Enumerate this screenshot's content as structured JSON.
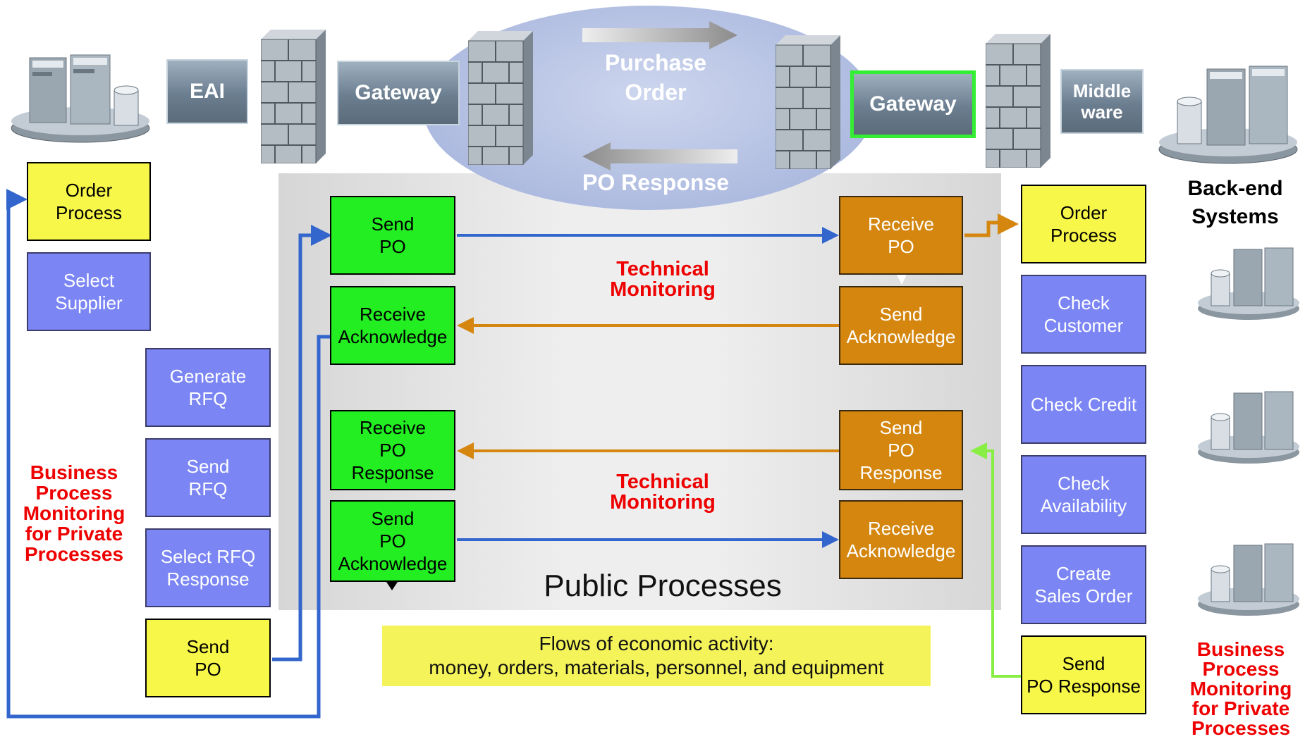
{
  "header": {
    "eai": "EAI",
    "gateway_left": "Gateway",
    "gateway_right": "Gateway",
    "middleware": "Middle\nware",
    "purchase_order": "Purchase\nOrder",
    "po_response": "PO Response"
  },
  "private_left": {
    "boxes": [
      {
        "label": "Order\nProcess",
        "color": "yellow"
      },
      {
        "label": "Select\nSupplier",
        "color": "blue"
      },
      {
        "label": "Generate\nRFQ",
        "color": "blue"
      },
      {
        "label": "Send\nRFQ",
        "color": "blue"
      },
      {
        "label": "Select RFQ\nResponse",
        "color": "blue"
      },
      {
        "label": "Send\nPO",
        "color": "yellow"
      }
    ],
    "monitoring_label": "Business\nProcess\nMonitoring\nfor Private\nProcesses"
  },
  "public": {
    "left_boxes": [
      {
        "label": "Send\nPO",
        "color": "green"
      },
      {
        "label": "Receive\nAcknowledge",
        "color": "green"
      },
      {
        "label": "Receive\nPO\nResponse",
        "color": "green"
      },
      {
        "label": "Send\nPO\nAcknowledge",
        "color": "green"
      }
    ],
    "right_boxes": [
      {
        "label": "Receive\nPO",
        "color": "orange"
      },
      {
        "label": "Send\nAcknowledge",
        "color": "orange"
      },
      {
        "label": "Send\nPO\nResponse",
        "color": "orange"
      },
      {
        "label": "Receive\nAcknowledge",
        "color": "orange"
      }
    ],
    "technical_monitoring": "Technical\nMonitoring",
    "title": "Public Processes",
    "flows_note": "Flows of economic activity:\nmoney, orders, materials, personnel, and equipment"
  },
  "private_right": {
    "boxes": [
      {
        "label": "Order\nProcess",
        "color": "yellow"
      },
      {
        "label": "Check\nCustomer",
        "color": "blue"
      },
      {
        "label": "Check Credit",
        "color": "blue"
      },
      {
        "label": "Check\nAvailability",
        "color": "blue"
      },
      {
        "label": "Create\nSales Order",
        "color": "blue"
      },
      {
        "label": "Send\nPO Response",
        "color": "yellow"
      }
    ],
    "backend_label": "Back-end\nSystems",
    "monitoring_label": "Business\nProcess\nMonitoring\nfor Private\nProcesses"
  },
  "colors": {
    "yellow": "#f7f74a",
    "blue": "#7b86f4",
    "green": "#22ee22",
    "orange": "#d4860e",
    "arrow_blue": "#3366cc",
    "arrow_orange": "#d4860e",
    "arrow_lightgreen": "#88ee44",
    "gateway_highlight": "#33ee33",
    "monitor_red": "#ee0000"
  },
  "icons": [
    "server-cluster-icon",
    "firewall-icon",
    "arrow-right-icon",
    "arrow-left-icon"
  ]
}
